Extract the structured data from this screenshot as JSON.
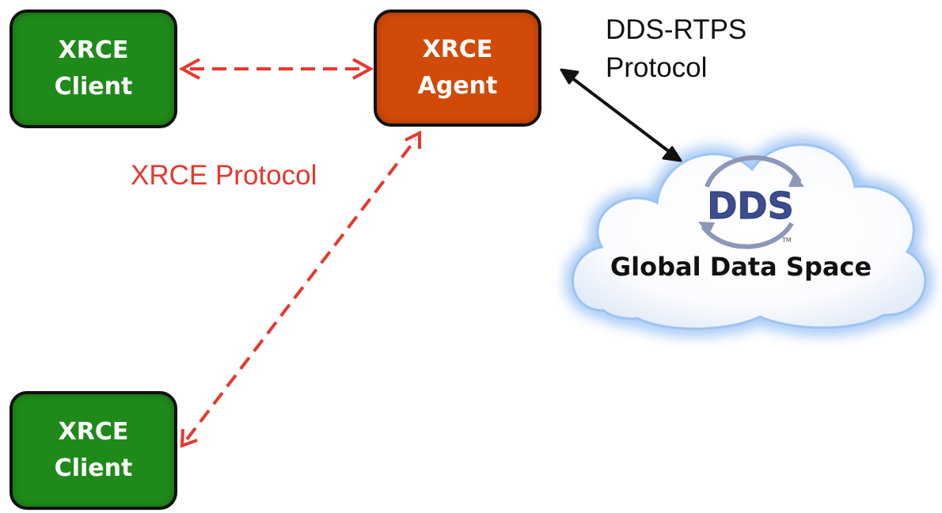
{
  "colors": {
    "client_fill": "#1f8a1a",
    "agent_fill": "#d24a08",
    "xrce_link": "#e8372f",
    "rtps_link": "#111111",
    "dds_logo": "#3b4d8f",
    "cloud_glow": "#7fb3f0"
  },
  "nodes": {
    "client_top": {
      "line1": "XRCE",
      "line2": "Client"
    },
    "client_bottom": {
      "line1": "XRCE",
      "line2": "Client"
    },
    "agent": {
      "line1": "XRCE",
      "line2": "Agent"
    }
  },
  "labels": {
    "xrce_protocol": "XRCE Protocol",
    "dds_rtps_line1": "DDS-RTPS",
    "dds_rtps_line2": "Protocol"
  },
  "cloud": {
    "logo_text": "DDS",
    "trademark": "TM",
    "title": "Global Data Space"
  },
  "icons": {
    "dds_logo": "dds-logo-icon",
    "cloud": "cloud-icon"
  }
}
